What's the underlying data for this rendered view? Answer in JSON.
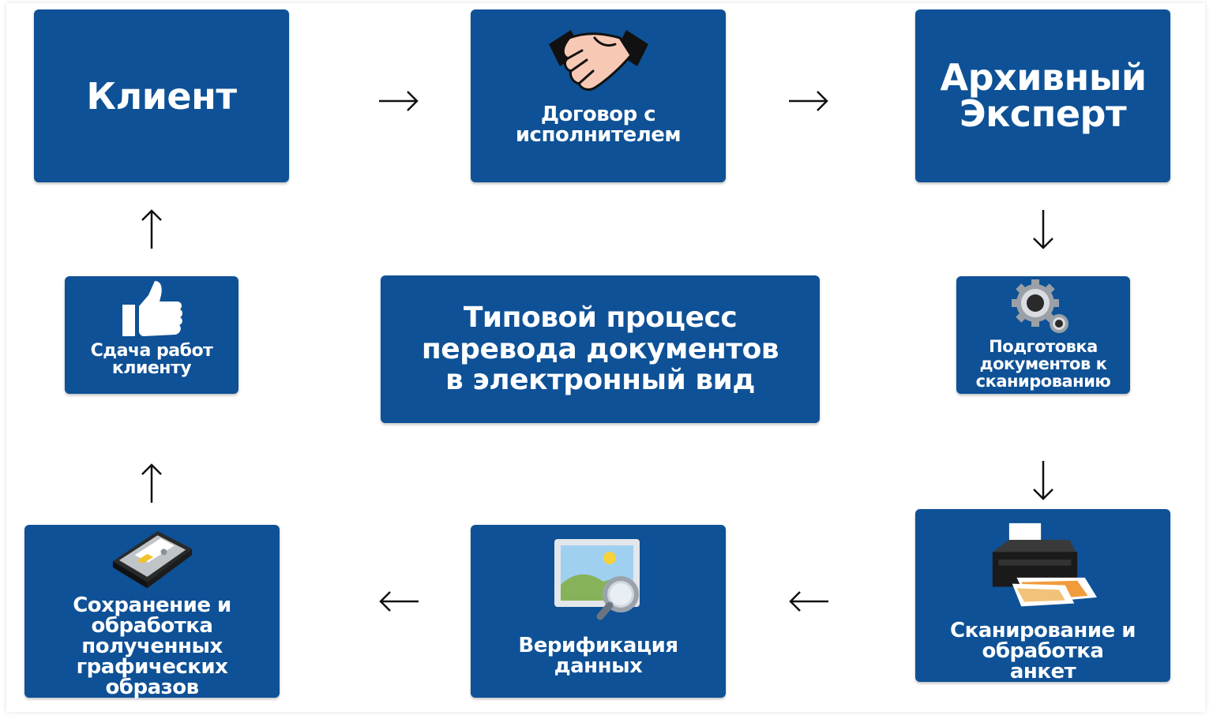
{
  "colors": {
    "box": "#0e5196",
    "text": "#ffffff",
    "arrow": "#111111"
  },
  "nodes": {
    "client": {
      "label": "Клиент",
      "icon": "none"
    },
    "contract": {
      "label": "Договор с исполнителем",
      "icon": "handshake-icon"
    },
    "archive_expert": {
      "label": "Архивный Эксперт",
      "icon": "none"
    },
    "prepare": {
      "label": "Подготовка документов к сканированию",
      "icon": "gears-icon"
    },
    "center": {
      "label": "Типовой процесс перевода документов в электронный вид",
      "icon": "none"
    },
    "delivery": {
      "label": "Сдача работ клиенту",
      "icon": "thumbs-up-icon"
    },
    "scanning": {
      "label": "Сканирование и обработка анкет",
      "icon": "printer-icon"
    },
    "verification": {
      "label": "Верификация данных",
      "icon": "image-search-icon"
    },
    "storage": {
      "label": "Сохранение и обработка полученных графических образов",
      "icon": "hard-drive-icon"
    }
  },
  "arrows": [
    {
      "from": "client",
      "to": "contract",
      "direction": "right"
    },
    {
      "from": "contract",
      "to": "archive_expert",
      "direction": "right"
    },
    {
      "from": "archive_expert",
      "to": "prepare",
      "direction": "down"
    },
    {
      "from": "prepare",
      "to": "scanning",
      "direction": "down"
    },
    {
      "from": "scanning",
      "to": "verification",
      "direction": "left"
    },
    {
      "from": "verification",
      "to": "storage",
      "direction": "left"
    },
    {
      "from": "storage",
      "to": "delivery",
      "direction": "up"
    },
    {
      "from": "delivery",
      "to": "client",
      "direction": "up"
    }
  ]
}
